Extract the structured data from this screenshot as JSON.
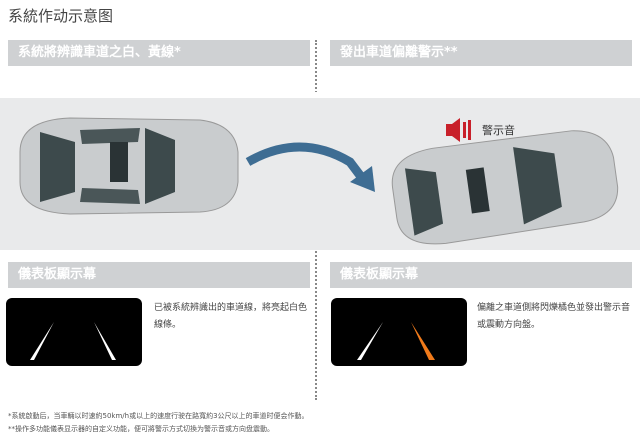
{
  "title": "系統作动示意图",
  "left": {
    "header": "系統將辨識車道之白、黃線*",
    "panel_header": "儀表板顯示幕",
    "description": "已被系統辨識出的車道線，將亮起白色線條。"
  },
  "right": {
    "header": "發出車道偏離警示**",
    "panel_header": "儀表板顯示幕",
    "description": "偏離之車道側將閃爍橘色並發出警示音或震動方向盤。",
    "sound_label": "警示音"
  },
  "footnotes": [
    "*系統啟動后，当車輛以时速約50km/h或以上的速度行驶在路寬約3公尺以上的車道时便会作動。",
    "**操作多功能儀表显示器的自定义功能，便可將警示方式切換为警示音或方向盘震動。"
  ],
  "colors": {
    "warning": "#f07a1a",
    "alert_red": "#c8202a",
    "arrow": "#3e6d93"
  }
}
